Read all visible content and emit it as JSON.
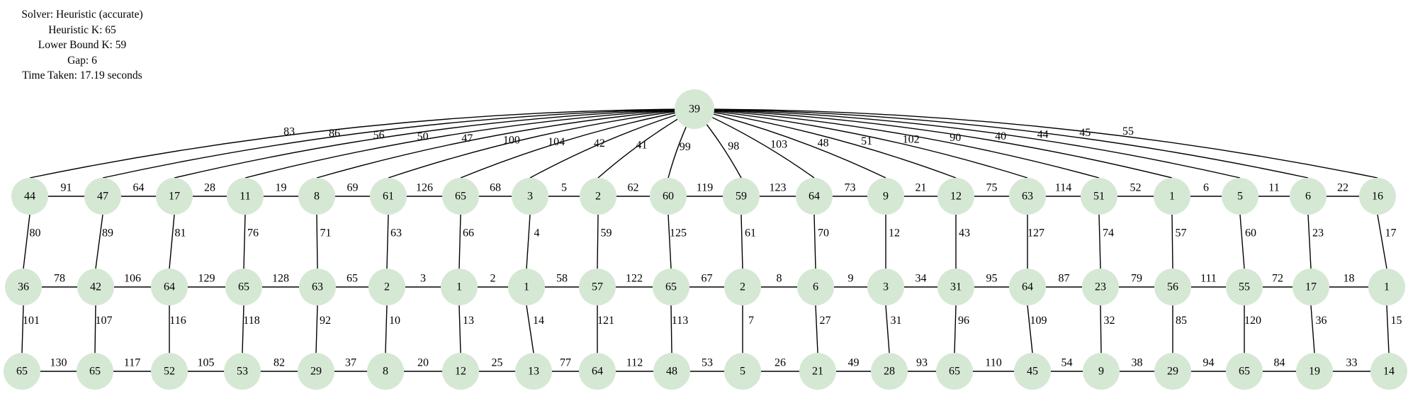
{
  "info": {
    "solver": "Solver: Heuristic (accurate)",
    "heuristic_k": "Heuristic K: 65",
    "lower_bound_k": "Lower Bound K: 59",
    "gap": "Gap: 6",
    "time_taken": "Time Taken: 17.19 seconds"
  },
  "colors": {
    "node_fill": "#d5e8d4",
    "edge": "#000000",
    "text": "#000000"
  },
  "graph": {
    "hub": {
      "label": "39",
      "spokes": [
        83,
        86,
        56,
        50,
        47,
        100,
        104,
        42,
        41,
        99,
        98,
        103,
        48,
        51,
        102,
        90,
        40,
        44,
        45,
        55
      ]
    },
    "rows": [
      {
        "labels": [
          "44",
          "47",
          "17",
          "11",
          "8",
          "61",
          "65",
          "3",
          "2",
          "60",
          "59",
          "64",
          "9",
          "12",
          "63",
          "51",
          "1",
          "5",
          "6",
          "16"
        ],
        "edges": [
          91,
          64,
          28,
          19,
          69,
          126,
          68,
          5,
          62,
          119,
          123,
          73,
          21,
          75,
          114,
          52,
          6,
          11,
          22
        ]
      },
      {
        "labels": [
          "36",
          "42",
          "64",
          "65",
          "63",
          "2",
          "1",
          "1",
          "57",
          "65",
          "2",
          "6",
          "3",
          "31",
          "64",
          "23",
          "56",
          "55",
          "17",
          "1"
        ],
        "edges": [
          78,
          106,
          129,
          128,
          65,
          3,
          2,
          58,
          122,
          67,
          8,
          9,
          34,
          95,
          87,
          79,
          111,
          72,
          18
        ]
      },
      {
        "labels": [
          "65",
          "65",
          "52",
          "53",
          "29",
          "8",
          "12",
          "13",
          "64",
          "48",
          "5",
          "21",
          "28",
          "65",
          "45",
          "9",
          "29",
          "65",
          "19",
          "14"
        ],
        "edges": [
          130,
          117,
          105,
          82,
          37,
          20,
          25,
          77,
          112,
          53,
          26,
          49,
          93,
          110,
          54,
          38,
          94,
          84,
          33
        ]
      }
    ],
    "vertical_top": [
      80,
      89,
      81,
      76,
      71,
      63,
      66,
      4,
      59,
      125,
      61,
      70,
      12,
      43,
      127,
      74,
      57,
      60,
      23,
      17
    ],
    "vertical_bottom": [
      101,
      107,
      116,
      118,
      92,
      10,
      13,
      14,
      121,
      113,
      7,
      27,
      31,
      96,
      109,
      32,
      85,
      120,
      36,
      15
    ]
  }
}
